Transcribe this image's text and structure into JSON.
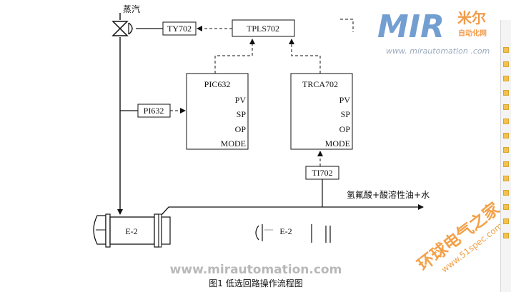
{
  "labels": {
    "steam": "蒸汽",
    "ty702": "TY702",
    "tpls702": "TPLS702",
    "pic632": "PIC632",
    "trca702": "TRCA702",
    "pi632": "PI632",
    "ti702": "TI702",
    "pv": "PV",
    "sp": "SP",
    "op": "OP",
    "mode": "MODE",
    "product": "氢氟酸+酸溶性油+水",
    "e2_left": "E-2",
    "e2_right": "E-2",
    "caption": "图1 低选回路操作流程图"
  },
  "watermarks": {
    "mir_logo": "MIR",
    "mir_cn": "米尔",
    "mir_sub": "自动化网",
    "mir_url": "www. mirautomation .com",
    "bottom_url": "www.mirautomation.com",
    "spec_cn": "环球电气之家",
    "spec_url": "www.51spec.com"
  },
  "colors": {
    "line": "#111111",
    "mir_blue": "#5b8ec9",
    "mir_orange": "#f08a2a",
    "watermark_gray": "#b8b8b8",
    "spec_orange": "#f29a3a"
  }
}
